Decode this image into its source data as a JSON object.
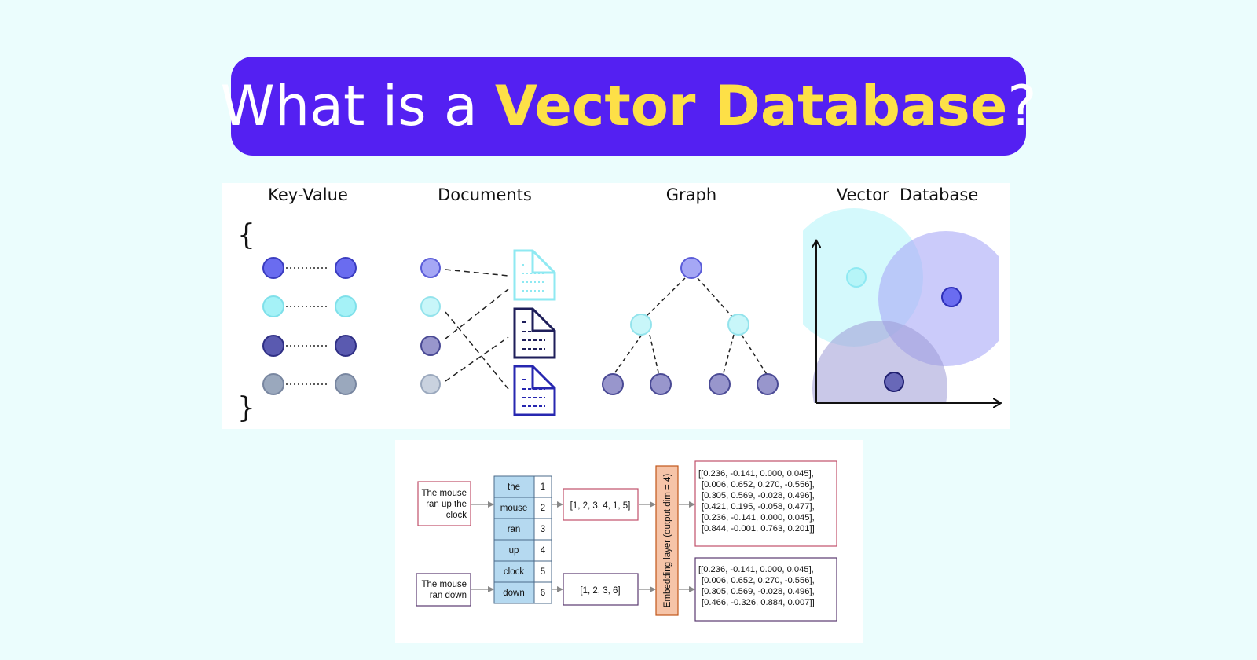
{
  "title": {
    "prefix": "What is a ",
    "highlight": "Vector Database",
    "suffix": "?"
  },
  "colors": {
    "background": "#ebfdfd",
    "banner": "#5420f2",
    "highlight": "#fde047",
    "node_blue": "#6a6cf0",
    "node_cyan": "#a5f2f7",
    "node_navy": "#5a5ab0",
    "node_gray": "#9aa8bd"
  },
  "databases": {
    "key_value": {
      "label": "Key-Value",
      "open_brace": "{",
      "close_brace": "}"
    },
    "documents": {
      "label": "Documents"
    },
    "graph": {
      "label": "Graph"
    },
    "vector": {
      "label": "Vector  Database"
    }
  },
  "embedding": {
    "sentence_1": [
      "The mouse",
      "ran up the",
      "clock"
    ],
    "sentence_2": [
      "The mouse",
      "ran down"
    ],
    "vocabulary": [
      {
        "word": "the",
        "index": "1"
      },
      {
        "word": "mouse",
        "index": "2"
      },
      {
        "word": "ran",
        "index": "3"
      },
      {
        "word": "up",
        "index": "4"
      },
      {
        "word": "clock",
        "index": "5"
      },
      {
        "word": "down",
        "index": "6"
      }
    ],
    "indices_1": "[1, 2, 3, 4, 1, 5]",
    "indices_2": "[1, 2, 3, 6]",
    "layer_label": "Embedding layer (output dim = 4)",
    "output_1": [
      "[[0.236, -0.141, 0.000, 0.045],",
      "[0.006, 0.652, 0.270, -0.556],",
      "[0.305, 0.569, -0.028, 0.496],",
      "[0.421, 0.195, -0.058, 0.477],",
      "[0.236, -0.141, 0.000, 0.045],",
      "[0.844, -0.001, 0.763, 0.201]]"
    ],
    "output_2": [
      "[[0.236, -0.141, 0.000, 0.045],",
      "[0.006, 0.652, 0.270, -0.556],",
      "[0.305, 0.569, -0.028, 0.496],",
      "[0.466, -0.326, 0.884, 0.007]]"
    ]
  }
}
